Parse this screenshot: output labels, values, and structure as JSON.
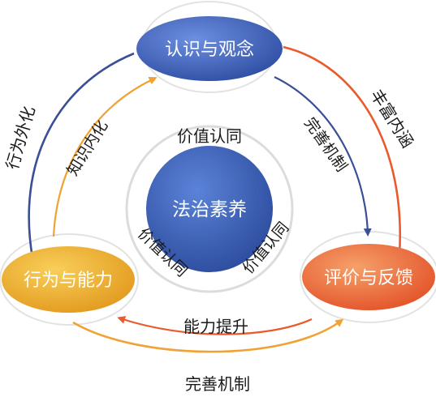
{
  "nodes": {
    "center": "法治素养",
    "top": "认识与观念",
    "left": "行为与能力",
    "right": "评价与反馈"
  },
  "edges": {
    "left_outer": "行为外化",
    "left_inner": "知识内化",
    "right_outer": "丰富内涵",
    "right_inner": "完善机制",
    "bottom_inner": "能力提升",
    "bottom_outer": "完善机制"
  },
  "center_ring": {
    "top": "价值认同",
    "left": "价值认同",
    "right": "价值认同"
  },
  "colors": {
    "blue_node": "#3f63b5",
    "orange_node": "#e8a72c",
    "red_node": "#e8663a",
    "blue_arrow": "#3a4f96",
    "orange_arrow": "#f0a334",
    "red_arrow": "#ea5a2c"
  }
}
